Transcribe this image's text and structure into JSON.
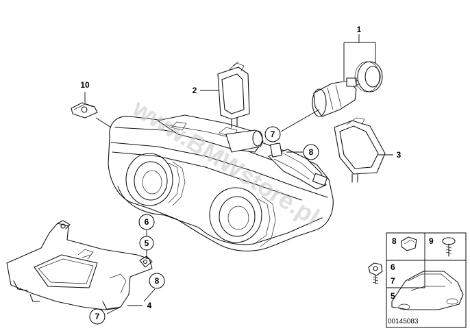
{
  "callouts": {
    "c1": "1",
    "c2": "2",
    "c3": "3",
    "c4": "4",
    "c5": "5",
    "c6": "6",
    "c7a": "7",
    "c7b": "7",
    "c8a": "8",
    "c8b": "8",
    "c10": "10"
  },
  "legend": {
    "n8": "8",
    "n9": "9",
    "n6": "6",
    "n7": "7",
    "n5": "5",
    "diagram_code": "00145083"
  },
  "watermark": "www.BMWstore.pl"
}
